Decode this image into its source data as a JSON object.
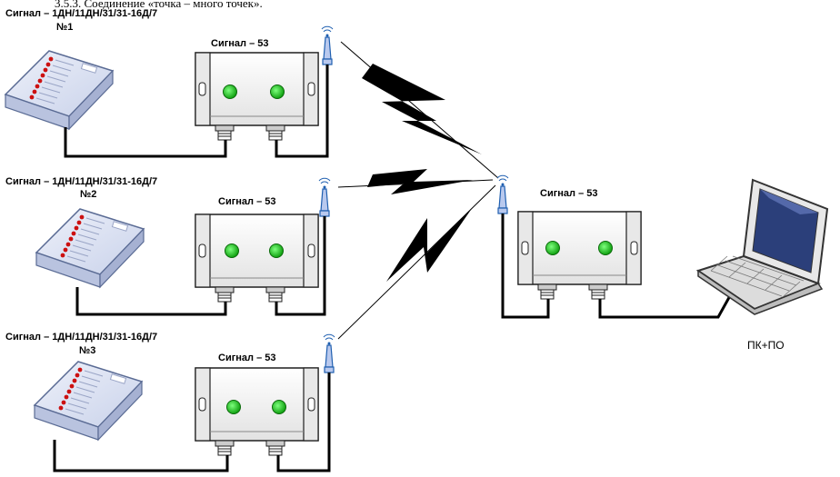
{
  "header": {
    "text": "3.5.3.    Соединение «точка – много точек»."
  },
  "colors": {
    "led": "#22cc22",
    "box_stroke": "#1f1f1f",
    "box_fill": "#f2f2f2",
    "device_fill": "#dde3f2",
    "device_led": "#cc1111"
  },
  "panels": [
    {
      "title": "Сигнал – 1ДН/11ДН/31/31-16Д/7",
      "number": "№1"
    },
    {
      "title": "Сигнал – 1ДН/11ДН/31/31-16Д/7",
      "number": "№2"
    },
    {
      "title": "Сигнал – 1ДН/11ДН/31/31-16Д/7",
      "number": "№3"
    }
  ],
  "modems": [
    {
      "label": "Сигнал – 53"
    },
    {
      "label": "Сигнал – 53"
    },
    {
      "label": "Сигнал – 53"
    }
  ],
  "hub": {
    "label": "Сигнал – 53"
  },
  "pc": {
    "label": "ПК+ПО",
    "icon": "laptop-icon"
  }
}
